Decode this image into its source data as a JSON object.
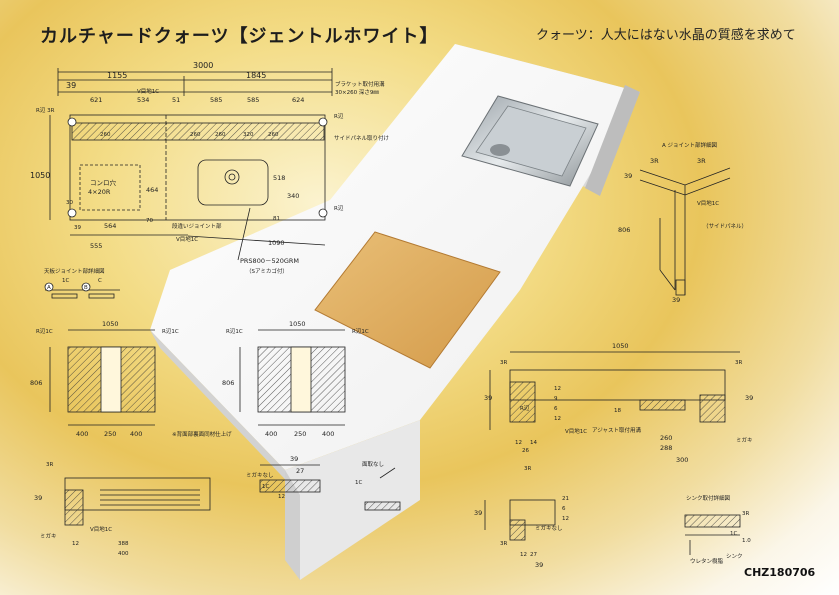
{
  "header": {
    "title": "カルチャードクォーツ【ジェントルホワイト】",
    "subtitle": "クォーツ：人大にはない水晶の質感を求めて"
  },
  "footer": {
    "code": "CHZ180706"
  },
  "plan_view": {
    "total_width": "3000",
    "left_width": "1155",
    "right_width": "1845",
    "top_dims": [
      "621",
      "534",
      "51",
      "585",
      "585",
      "624"
    ],
    "edge_39_a": "39",
    "bracket_note": "ブラケット取付用溝",
    "bracket_size": "30×260 深さ9㎜",
    "corner_label": "R辺 3R",
    "edge_label": "R辺",
    "side_panel_note": "サイドパネル取り付け",
    "vjoint_label": "V目地1C",
    "rear_dims": [
      "260",
      "260",
      "260",
      "320",
      "260"
    ],
    "depth": "1050",
    "stove_cutout": "コンロ穴",
    "stove_radius": "4×20R",
    "stove_w": "564",
    "stove_h": "464",
    "dim_555": "555",
    "dim_70": "70",
    "dim_39_b": "39",
    "dim_30": "30",
    "joint_note": "段違いジョイント部",
    "joint_v": "V目地1C",
    "sink_dims": [
      "518",
      "340",
      "81"
    ],
    "dim_1090": "1090",
    "sink_model": "PRS800－520GRM",
    "sink_note": "（Sアミカゴ付）"
  },
  "edge_detail": {
    "title": "天板ジョイント部詳細図",
    "labels": [
      "A",
      "1C",
      "B",
      "C"
    ]
  },
  "front_view_left": {
    "width": "1050",
    "depth": "806",
    "labels": [
      "R辺1C",
      "R辺1C"
    ],
    "dims": [
      "400",
      "250",
      "400"
    ]
  },
  "front_view_right": {
    "width": "1050",
    "depth": "806",
    "labels": [
      "R辺1C",
      "R辺1C"
    ],
    "dims": [
      "400",
      "250",
      "400"
    ]
  },
  "back_note": "※背面部裏面同材仕上げ",
  "corner_detail": {
    "title": "A ジョイント部詳細図",
    "dims": [
      "3R",
      "3R",
      "39",
      "806",
      "39"
    ],
    "v_label": "V目地1C",
    "side_note": "（サイドパネル）"
  },
  "section_right": {
    "width": "1050",
    "labels": [
      "3R",
      "3R",
      "R辺",
      "ミガキ",
      "V目地1C",
      "アジャスト取付用溝"
    ],
    "stack": [
      "12",
      "9",
      "6",
      "12"
    ],
    "dims": [
      "39",
      "39",
      "12",
      "14",
      "26",
      "18",
      "260",
      "288",
      "300"
    ]
  },
  "section_bottom_left": {
    "labels": [
      "3R",
      "ミガキ",
      "V目地1C"
    ],
    "dims": [
      "39",
      "12",
      "388",
      "400"
    ]
  },
  "mid_section": {
    "labels": [
      "ミガキなし",
      "1C"
    ],
    "dims": [
      "39",
      "27",
      "12"
    ]
  },
  "section_bottom_mid": {
    "labels": [
      "面取なし",
      "1C",
      "3R",
      "3R",
      "ミガキなし"
    ],
    "stack": [
      "21",
      "6",
      "12"
    ],
    "dims": [
      "39",
      "12",
      "27",
      "39"
    ]
  },
  "sink_detail": {
    "title": "シンク取付詳細図",
    "labels": [
      "3R",
      "1C",
      "1.0",
      "ウレタン樹脂",
      "シンク"
    ]
  }
}
